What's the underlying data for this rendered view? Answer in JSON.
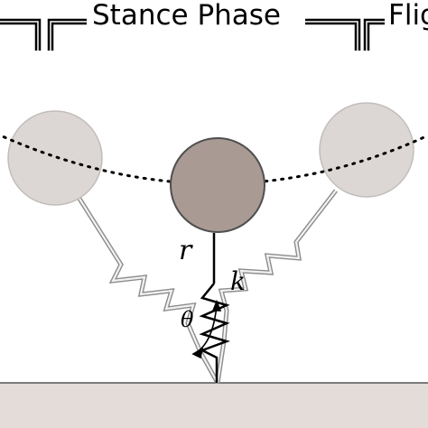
{
  "phase_labels": {
    "stance": "Stance Phase",
    "flight_partial": "Flig"
  },
  "symbols": {
    "length": "r",
    "stiffness": "k",
    "angle": "θ"
  },
  "colors": {
    "ghost_mass_fill": "#dcd7d4",
    "ghost_mass_stroke": "#bdb8b6",
    "active_mass_fill": "#a99a94",
    "active_mass_stroke": "#4a4a4a",
    "ghost_leg": "#9b9b9b",
    "active_leg": "#000000",
    "ground_fill": "#e4dcd9",
    "ground_stroke": "#555555",
    "trajectory": "#000000"
  }
}
